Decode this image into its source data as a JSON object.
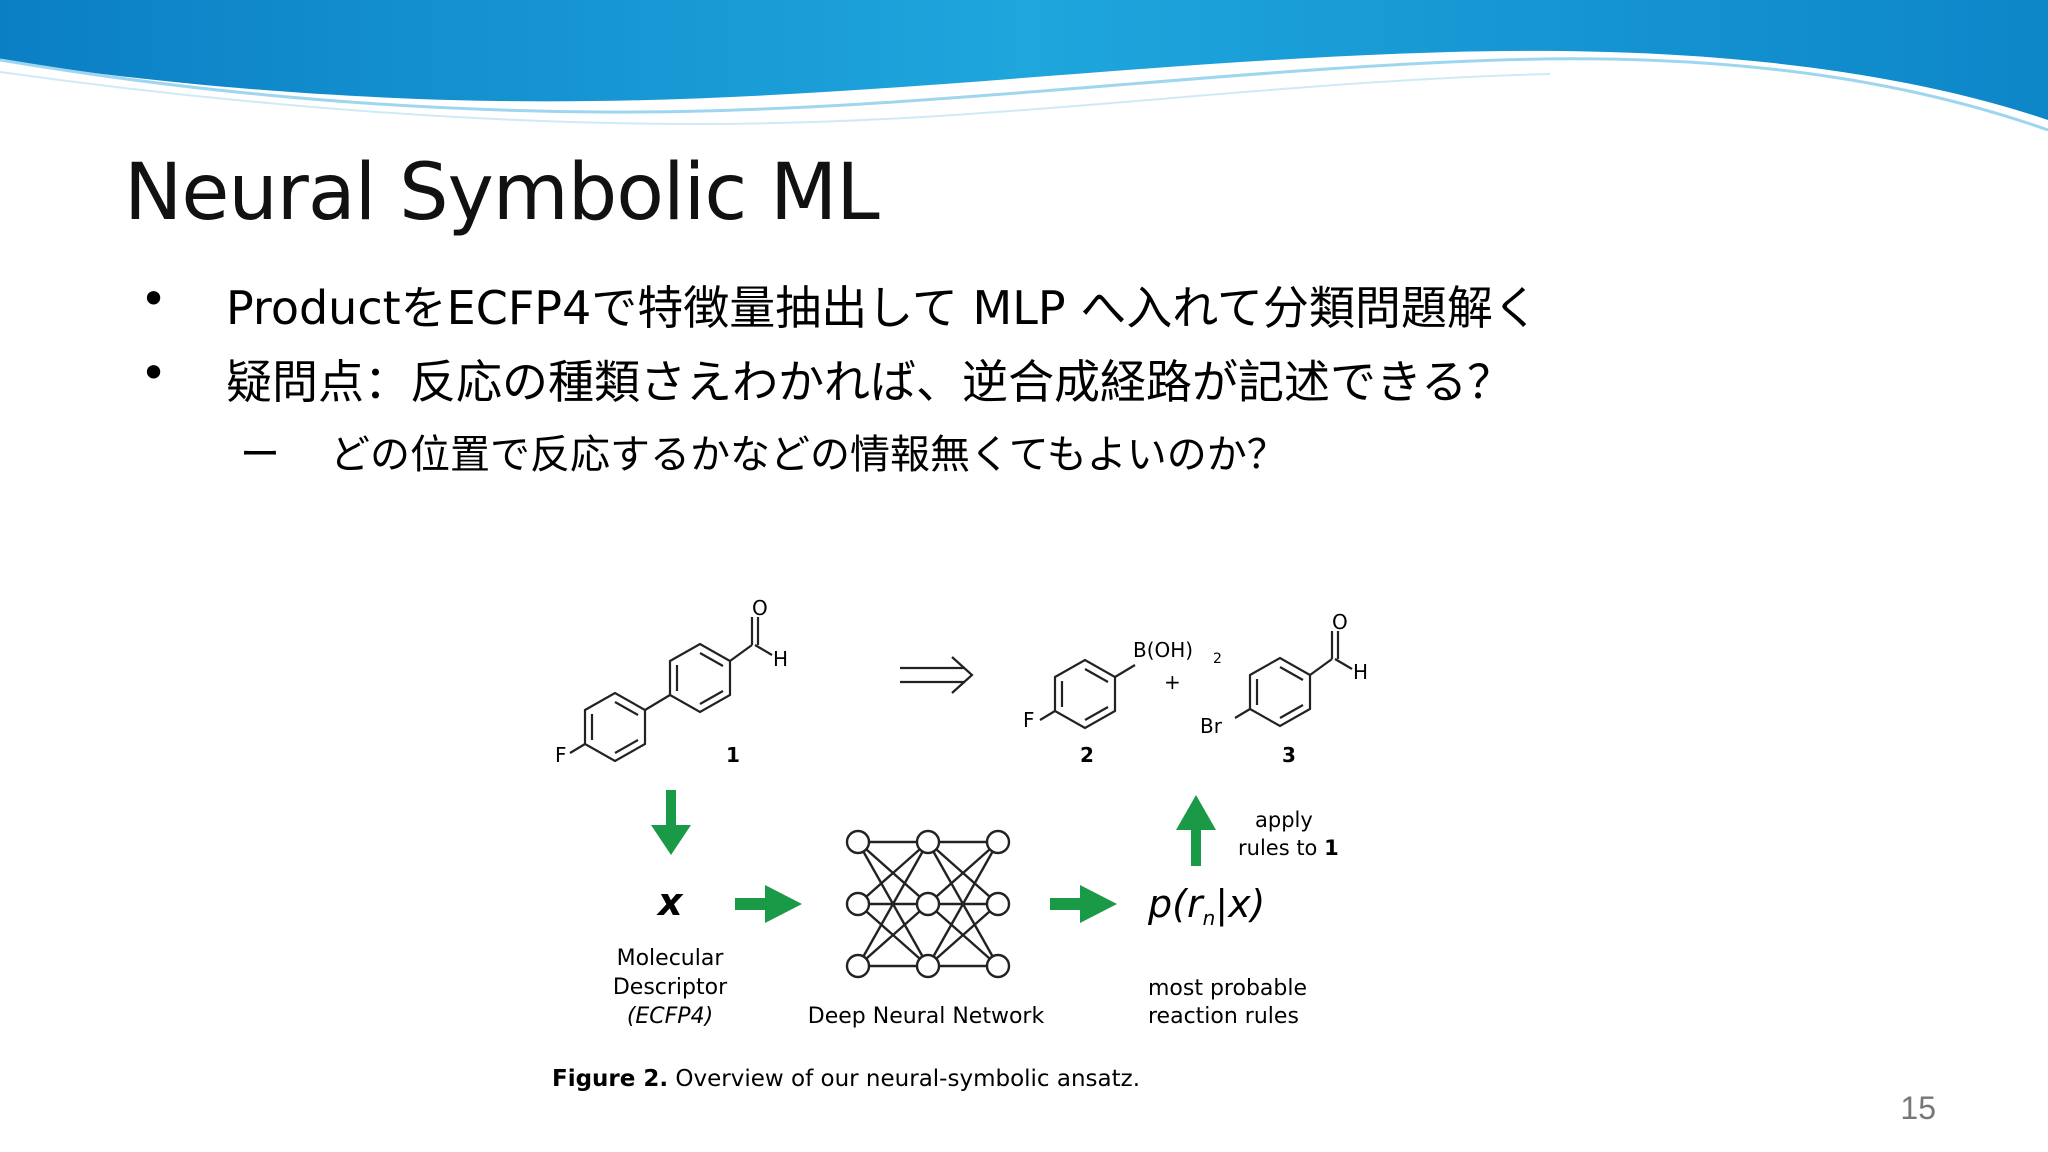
{
  "slide": {
    "title": "Neural Symbolic ML",
    "page_number": "15",
    "accent_color": "#1aa0d8"
  },
  "bullets": [
    {
      "marker": "•",
      "text": "ProductをECFP4で特徴量抽出して MLP へ入れて分類問題解く"
    },
    {
      "marker": "•",
      "text": "疑問点：反応の種類さえわかれば、逆合成経路が記述できる？"
    }
  ],
  "sub_bullets": [
    {
      "marker": "ー",
      "text": "どの位置で反応するかなどの情報無くてもよいのか？"
    }
  ],
  "figure": {
    "compound_1_label": "1",
    "compound_2_label": "2",
    "compound_3_label": "3",
    "atom_F": "F",
    "atom_O": "O",
    "atom_H": "H",
    "atom_Br": "Br",
    "boronic_acid": "B(OH)",
    "boronic_sub": "2",
    "plus": "+",
    "apply_line1": "apply",
    "apply_line2": "rules to ",
    "apply_bold": "1",
    "x_symbol": "x",
    "prob_expr": "p(r",
    "prob_sub": "n",
    "prob_tail": "|x)",
    "descriptor_line1": "Molecular",
    "descriptor_line2": "Descriptor",
    "descriptor_line3": "(ECFP4)",
    "network_label": "Deep Neural Network",
    "rules_line1": "most probable",
    "rules_line2": "reaction rules",
    "caption_bold": "Figure 2.",
    "caption_text": " Overview of our neural-symbolic ansatz.",
    "arrow_color": "#1a9a46"
  }
}
